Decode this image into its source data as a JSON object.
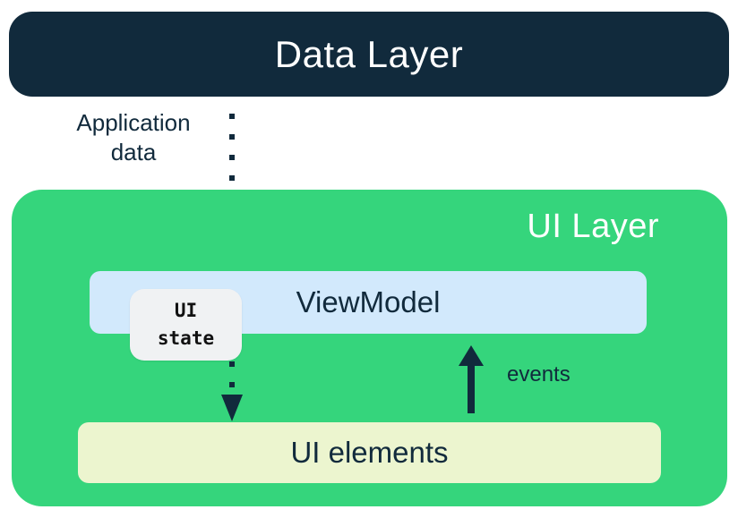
{
  "colors": {
    "navy": "#112a3c",
    "green": "#35d57c",
    "blue": "#d2e9fc",
    "yellow": "#ecf5cf",
    "badge_bg": "#f0f2f3",
    "badge_text": "#111111",
    "title_text": "#ffffff"
  },
  "diagram": {
    "data_layer": {
      "label": "Data Layer"
    },
    "ui_layer": {
      "label": "UI Layer"
    },
    "viewmodel": {
      "label": "ViewModel"
    },
    "ui_elements": {
      "label": "UI elements"
    },
    "ui_state_badge": {
      "line1": "UI",
      "line2": "state"
    },
    "arrows": {
      "application_data": {
        "label_line1": "Application",
        "label_line2": "data",
        "style": "dotted",
        "direction": "down",
        "from": "Data Layer",
        "to": "ViewModel"
      },
      "ui_state_flow": {
        "style": "dotted",
        "direction": "down",
        "from": "ViewModel",
        "to": "UI elements"
      },
      "events": {
        "label": "events",
        "style": "solid",
        "direction": "up",
        "from": "UI elements",
        "to": "ViewModel"
      }
    }
  }
}
